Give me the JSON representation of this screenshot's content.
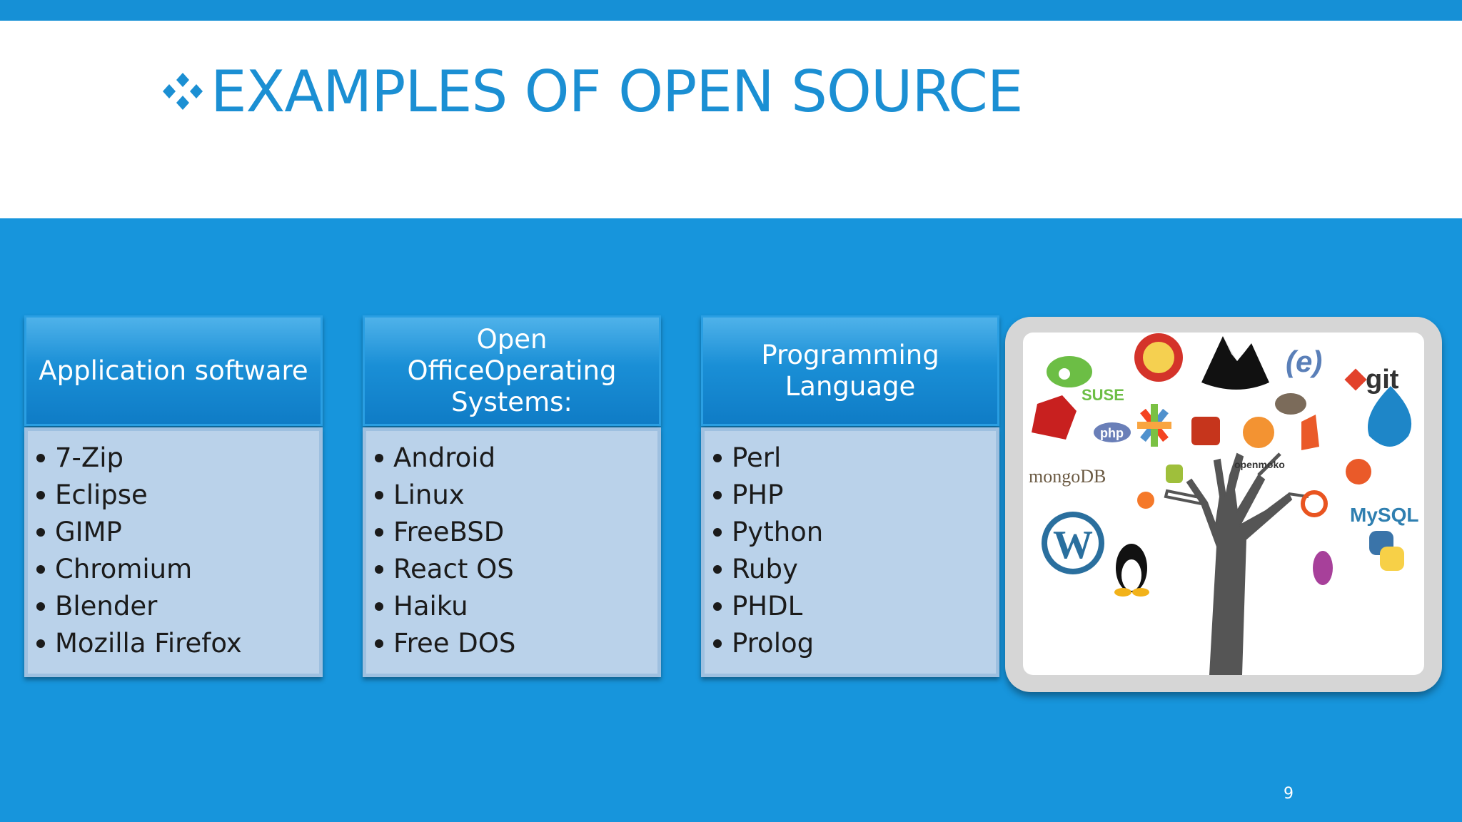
{
  "slide": {
    "title": "EXAMPLES OF OPEN SOURCE",
    "page_number": "9"
  },
  "columns": [
    {
      "header": "Application software",
      "items": [
        "7-Zip",
        "Eclipse",
        "GIMP",
        "Chromium",
        "Blender",
        "Mozilla Firefox"
      ]
    },
    {
      "header": "Open OfficeOperating Systems:",
      "items": [
        "Android",
        "Linux",
        "FreeBSD",
        "React OS",
        "Haiku",
        "Free DOS"
      ]
    },
    {
      "header": "Programming Language",
      "items": [
        "Perl",
        "PHP",
        "Python",
        "Ruby",
        "PHDL",
        "Prolog"
      ]
    }
  ],
  "logo_image": {
    "labels": {
      "suse": "SUSE",
      "php": "php",
      "git": "git",
      "mongodb": "mongoDB",
      "openmoko": "openmoko",
      "mysql": "MySQL",
      "e": "(e)"
    }
  },
  "colors": {
    "background": "#1795dc",
    "title": "#1b8fd3",
    "box_body": "#bad2ea"
  }
}
